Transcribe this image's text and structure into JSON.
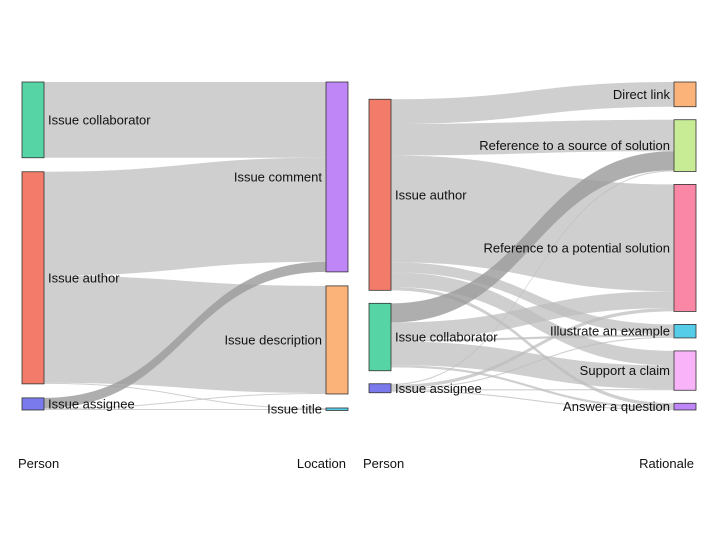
{
  "diagrams": [
    {
      "axis_labels": {
        "left": "Person",
        "right": "Location"
      },
      "nodes": [
        {
          "id": "collab",
          "label": "Issue collaborator",
          "side": "left",
          "color": "#57d4a5",
          "value": 75
        },
        {
          "id": "author",
          "label": "Issue author",
          "side": "left",
          "color": "#f37b69",
          "value": 210
        },
        {
          "id": "assignee",
          "label": "Issue assignee",
          "side": "left",
          "color": "#7a7aec",
          "value": 12
        },
        {
          "id": "comment",
          "label": "Issue comment",
          "side": "right",
          "color": "#be86f6",
          "value": 188
        },
        {
          "id": "description",
          "label": "Issue description",
          "side": "right",
          "color": "#fcb37a",
          "value": 107
        },
        {
          "id": "title",
          "label": "Issue title",
          "side": "right",
          "color": "#55cde8",
          "value": 2
        }
      ],
      "links": [
        {
          "source": "collab",
          "target": "comment",
          "value": 75
        },
        {
          "source": "author",
          "target": "comment",
          "value": 103
        },
        {
          "source": "author",
          "target": "description",
          "value": 106
        },
        {
          "source": "author",
          "target": "title",
          "value": 1
        },
        {
          "source": "assignee",
          "target": "comment",
          "value": 10,
          "dark": true
        },
        {
          "source": "assignee",
          "target": "description",
          "value": 1
        },
        {
          "source": "assignee",
          "target": "title",
          "value": 1
        }
      ]
    },
    {
      "axis_labels": {
        "left": "Person",
        "right": "Rationale"
      },
      "nodes": [
        {
          "id": "author",
          "label": "Issue author",
          "side": "left",
          "color": "#f37b69",
          "value": 170
        },
        {
          "id": "collab",
          "label": "Issue collaborator",
          "side": "left",
          "color": "#57d4a5",
          "value": 60
        },
        {
          "id": "assignee",
          "label": "Issue assignee",
          "side": "left",
          "color": "#7a7aec",
          "value": 8
        },
        {
          "id": "direct",
          "label": "Direct link",
          "side": "right",
          "color": "#fcb37a",
          "value": 22
        },
        {
          "id": "source",
          "label": "Reference to a source of solution",
          "side": "right",
          "color": "#c8eb96",
          "value": 46
        },
        {
          "id": "potential",
          "label": "Reference to a potential solution",
          "side": "right",
          "color": "#fa87a5",
          "value": 113
        },
        {
          "id": "example",
          "label": "Illustrate an example",
          "side": "right",
          "color": "#55cde8",
          "value": 12
        },
        {
          "id": "claim",
          "label": "Support a claim",
          "side": "right",
          "color": "#f9b3f9",
          "value": 35
        },
        {
          "id": "answer",
          "label": "Answer a question",
          "side": "right",
          "color": "#be86f6",
          "value": 6
        }
      ],
      "links": [
        {
          "source": "author",
          "target": "direct",
          "value": 22
        },
        {
          "source": "author",
          "target": "source",
          "value": 28
        },
        {
          "source": "author",
          "target": "potential",
          "value": 95
        },
        {
          "source": "author",
          "target": "example",
          "value": 9
        },
        {
          "source": "author",
          "target": "claim",
          "value": 13
        },
        {
          "source": "author",
          "target": "answer",
          "value": 3
        },
        {
          "source": "collab",
          "target": "source",
          "value": 17,
          "dark": true
        },
        {
          "source": "collab",
          "target": "potential",
          "value": 15
        },
        {
          "source": "collab",
          "target": "example",
          "value": 2
        },
        {
          "source": "collab",
          "target": "claim",
          "value": 21
        },
        {
          "source": "collab",
          "target": "answer",
          "value": 2
        },
        {
          "source": "assignee",
          "target": "source",
          "value": 1
        },
        {
          "source": "assignee",
          "target": "potential",
          "value": 3
        },
        {
          "source": "assignee",
          "target": "example",
          "value": 1
        },
        {
          "source": "assignee",
          "target": "claim",
          "value": 1
        },
        {
          "source": "assignee",
          "target": "answer",
          "value": 1
        }
      ]
    }
  ]
}
